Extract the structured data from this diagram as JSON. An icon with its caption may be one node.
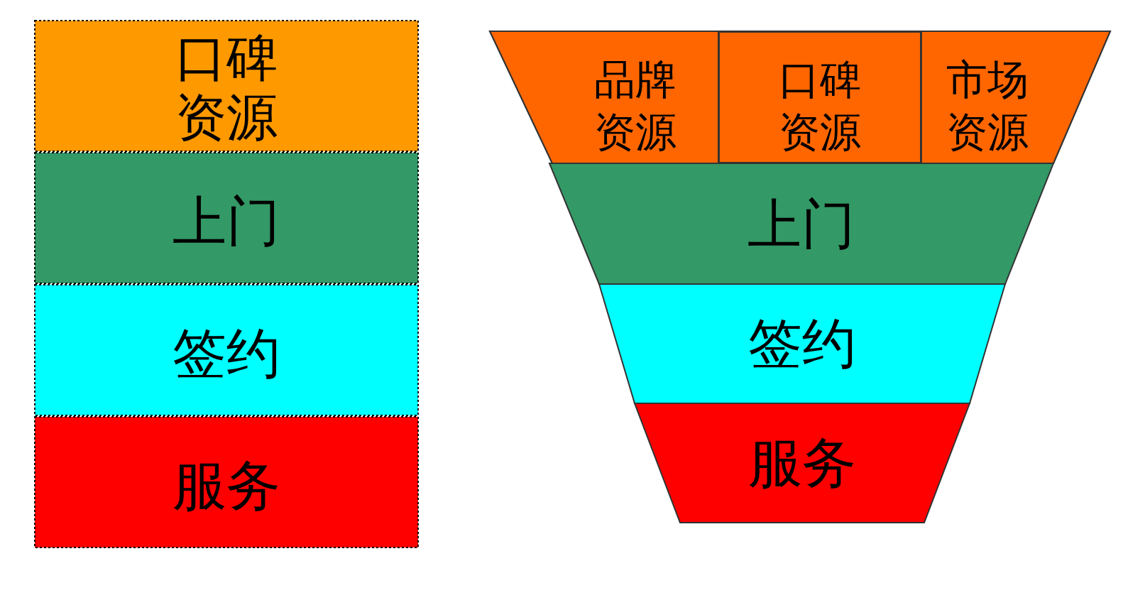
{
  "diagram": {
    "nodes": [
      {
        "text": [
          "口碑资源"
        ]
      },
      {
        "text": [
          "上门"
        ]
      },
      {
        "text": [
          "签约"
        ]
      },
      {
        "text": [
          "服务"
        ]
      },
      {
        "text": [],
        "shape": "trapezoid"
      },
      {
        "text": [
          "品牌资源"
        ],
        "in": 4
      },
      {
        "text": [
          "口碑资源"
        ],
        "in": 4
      },
      {
        "text": [
          "市场资源"
        ],
        "in": 4
      },
      {
        "text": [
          "上门"
        ]
      },
      {
        "text": [
          "签约"
        ]
      },
      {
        "text": [
          "服务"
        ]
      }
    ]
  }
}
